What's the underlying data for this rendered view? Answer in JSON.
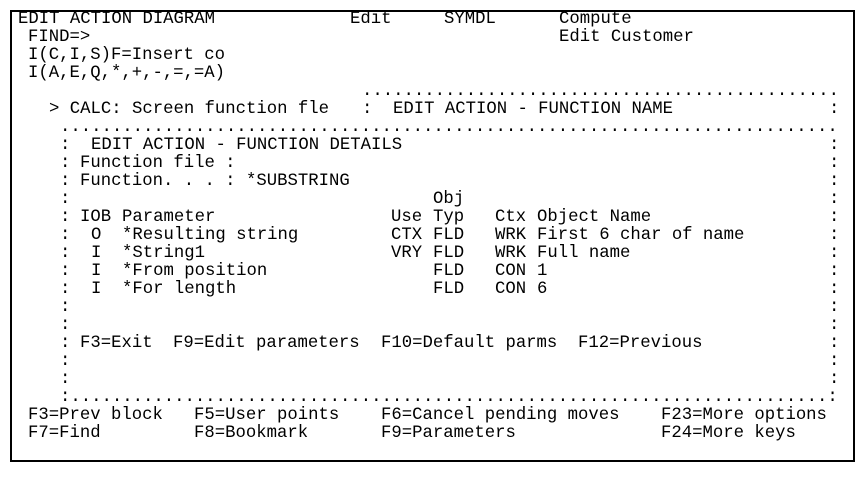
{
  "header": {
    "title": "EDIT ACTION DIAGRAM",
    "mode": "Edit",
    "library": "SYMDL",
    "function_type": "Compute",
    "function_name": "Edit Customer",
    "find_label": "FIND=>",
    "find_value": "",
    "insert_hint": "I(C,I,S)F=Insert co",
    "insert_options": "I(A,E,Q,*,+,-,=,=A)"
  },
  "outer_window": {
    "top_dots": "..............................................",
    "calc_line": "> CALC: Screen function fle",
    "separator": ":",
    "title": "EDIT ACTION - FUNCTION NAME",
    "right_border": ":"
  },
  "details_window": {
    "top_dots": "...........................................................................",
    "border": ":",
    "title": "EDIT ACTION - FUNCTION DETAILS",
    "function_file_label": "Function file :",
    "function_file_value": "",
    "function_label": "Function. . . :",
    "function_value": "*SUBSTRING",
    "table": {
      "header_top": {
        "obj": "Obj"
      },
      "columns": {
        "iob": "IOB",
        "parameter": "Parameter",
        "use": "Use",
        "typ": "Typ",
        "ctx": "Ctx",
        "object_name": "Object Name"
      },
      "rows": [
        {
          "iob": "O",
          "parameter": "*Resulting string",
          "use": "CTX",
          "typ": "FLD",
          "ctx": "WRK",
          "object_name": "First 6 char of name"
        },
        {
          "iob": "I",
          "parameter": "*String1",
          "use": "VRY",
          "typ": "FLD",
          "ctx": "WRK",
          "object_name": "Full name"
        },
        {
          "iob": "I",
          "parameter": "*From position",
          "use": "",
          "typ": "FLD",
          "ctx": "CON",
          "object_name": "1"
        },
        {
          "iob": "I",
          "parameter": "*For length",
          "use": "",
          "typ": "FLD",
          "ctx": "CON",
          "object_name": "6"
        }
      ]
    },
    "fkeys": [
      {
        "key": "F3=Exit"
      },
      {
        "key": "F9=Edit parameters"
      },
      {
        "key": "F10=Default parms"
      },
      {
        "key": "F12=Previous"
      }
    ],
    "bottom_line": ":.........................................................................:"
  },
  "footer": {
    "row1": [
      "F3=Prev block",
      "F5=User points",
      "F6=Cancel pending moves",
      "F23=More options"
    ],
    "row2": [
      "F7=Find",
      "F8=Bookmark",
      "F9=Parameters",
      "F24=More keys"
    ]
  }
}
